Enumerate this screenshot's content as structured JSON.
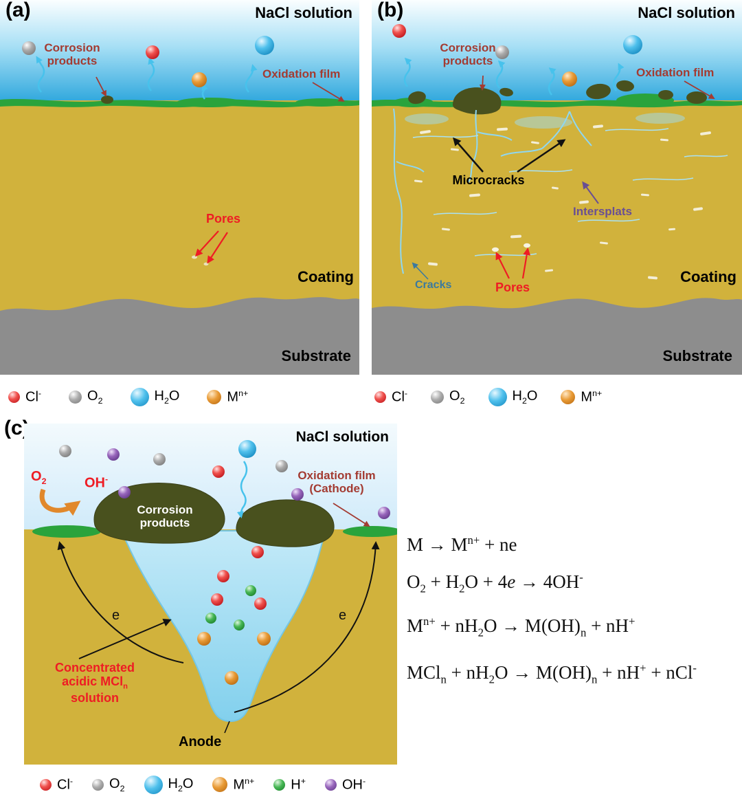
{
  "figure": {
    "panel_a": {
      "tag": "(a)",
      "nacl_solution": "NaCl solution",
      "corrosion_products": "Corrosion products",
      "oxidation_film": "Oxidation film",
      "pores": "Pores",
      "coating": "Coating",
      "substrate": "Substrate"
    },
    "panel_b": {
      "tag": "(b)",
      "nacl_solution": "NaCl solution",
      "corrosion_products": "Corrosion products",
      "oxidation_film": "Oxidation film",
      "microcracks": "Microcracks",
      "intersplats": "Intersplats",
      "cracks": "Cracks",
      "pores": "Pores",
      "coating": "Coating",
      "substrate": "Substrate"
    },
    "panel_c": {
      "tag": "(c)",
      "nacl_solution": "NaCl solution",
      "oxygen": "O_{2}",
      "hydroxide": "OH^{-}",
      "oxidation_film_cathode": "Oxidation film (Cathode)",
      "corrosion_products": "Corrosion products",
      "electron": "e",
      "concentrated_solution": "Concentrated acidic MCl_{n} solution",
      "anode": "Anode"
    },
    "equations": [
      "M → M^{n+} + ne",
      "O_{2} + H_{2}O + 4*e* → 4OH^{-}",
      "M^{n+} + nH_{2}O → M(OH)_{n} + nH^{+}",
      "MCl_{n} + nH_{2}O → M(OH)_{n} + nH^{+} + nCl^{-}"
    ],
    "legend_ab": [
      {
        "species": "Cl^{-}",
        "color": "#e8201e"
      },
      {
        "species": "O_{2}",
        "color": "#9a9a9a"
      },
      {
        "species": "H_{2}O",
        "color": "#35b3e8"
      },
      {
        "species": "M^{n+}",
        "color": "#e0882a"
      }
    ],
    "legend_c": [
      {
        "species": "Cl^{-}",
        "color": "#e8201e"
      },
      {
        "species": "O_{2}",
        "color": "#9a9a9a"
      },
      {
        "species": "H_{2}O",
        "color": "#35b3e8"
      },
      {
        "species": "M^{n+}",
        "color": "#e0882a"
      },
      {
        "species": "H^{+}",
        "color": "#2fae4a"
      },
      {
        "species": "OH^{-}",
        "color": "#8a56ad"
      }
    ],
    "palette": {
      "coating": "#d1b23c",
      "substrate": "#8d8d8d",
      "oxidation_film": "#2aa33c",
      "corrosion_product": "#49511e",
      "solution_deep": "#2aa5dc",
      "label_dark_red": "#a33b32",
      "label_red": "#ee1c24",
      "label_purple": "#6a4f93",
      "label_steel_blue": "#3b7a9e"
    }
  }
}
